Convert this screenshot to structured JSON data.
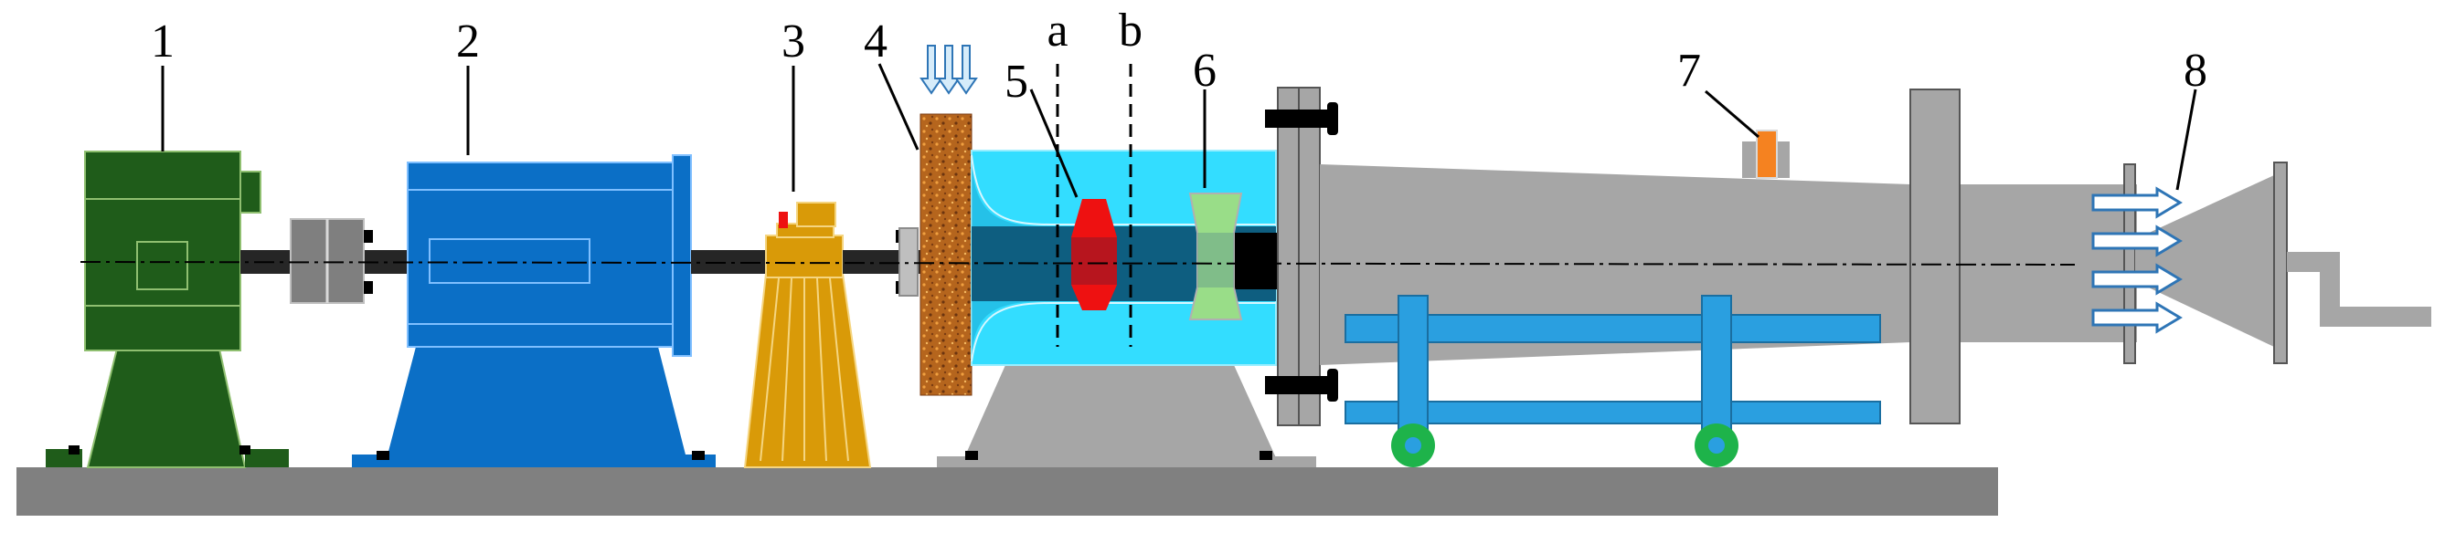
{
  "labels": {
    "l1": "1",
    "l2": "2",
    "l3": "3",
    "l4": "4",
    "l5": "5",
    "l6": "6",
    "l7": "7",
    "l8": "8",
    "la": "a",
    "lb": "b"
  },
  "colors": {
    "ground": "#808080",
    "motor_dark_green": "#1f5c1a",
    "motor_blue": "#0b6fc6",
    "gearbox_gold": "#d99a08",
    "brick": "#b5651d",
    "casing_cyan": "#33ddff",
    "impeller_red": "#ee1111",
    "guide_green": "#99dd88",
    "duct_gray": "#a6a6a6",
    "rail_blue": "#2a9fe0",
    "wheel_green": "#1eb34a",
    "sensor_orange": "#f58220",
    "arrow_blue": "#2e75b6"
  }
}
